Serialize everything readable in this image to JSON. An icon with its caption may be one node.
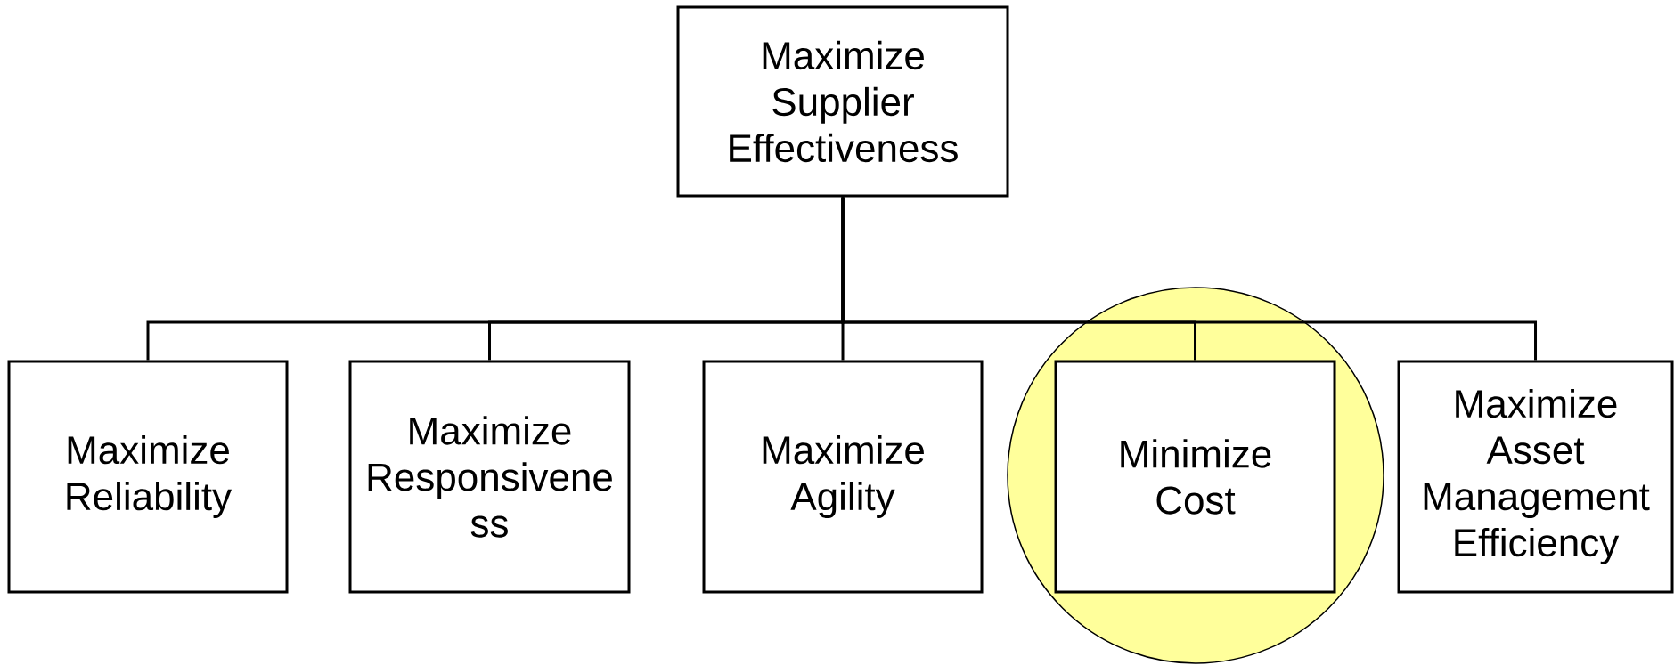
{
  "diagram": {
    "nodes": [
      {
        "text": [
          "Maximize Supplier Effectiveness"
        ]
      },
      {
        "text": [
          "Maximize Reliability"
        ]
      },
      {
        "text": [
          "Maximize Responsivene ss"
        ]
      },
      {
        "text": [
          "Maximize Agility"
        ]
      },
      {
        "text": [],
        "shape": "circle"
      },
      {
        "text": [
          "Minimize Cost"
        ],
        "in": 4
      },
      {
        "text": [
          "Maximize Asset Management Efficiency"
        ]
      }
    ],
    "edges": [
      {
        "from": 0,
        "to": 1,
        "arrow": "none"
      },
      {
        "from": 0,
        "to": 2,
        "arrow": "none"
      },
      {
        "from": 0,
        "to": 3,
        "arrow": "none"
      },
      {
        "from": 0,
        "to": 5,
        "arrow": "none"
      },
      {
        "from": 0,
        "to": 6,
        "arrow": "none"
      }
    ]
  }
}
